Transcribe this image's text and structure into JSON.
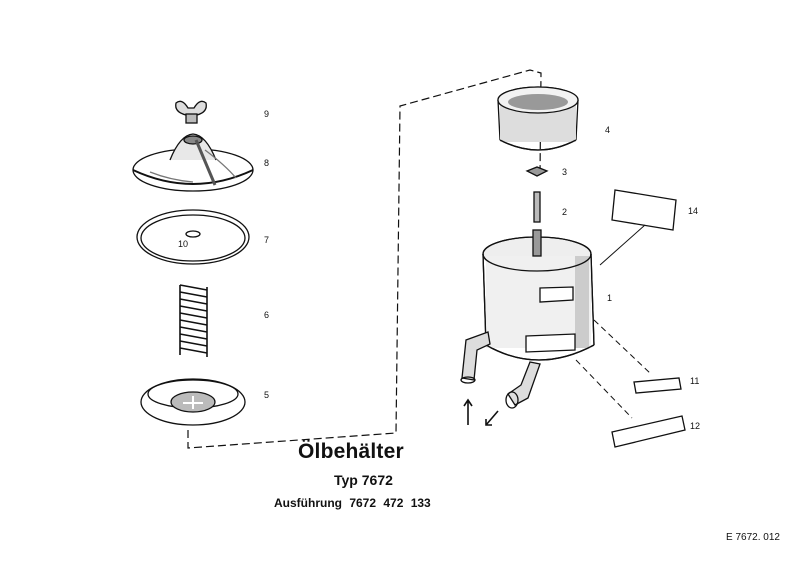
{
  "diagram": {
    "title": "Ölbehälter",
    "type_line": "Typ 7672",
    "variant_line": "Ausführung  7672 472  133",
    "drawing_code": "E  7672. 012",
    "part_labels": [
      "1",
      "2",
      "3",
      "4",
      "5",
      "6",
      "7",
      "8",
      "9",
      "10",
      "11",
      "12",
      "14"
    ]
  }
}
